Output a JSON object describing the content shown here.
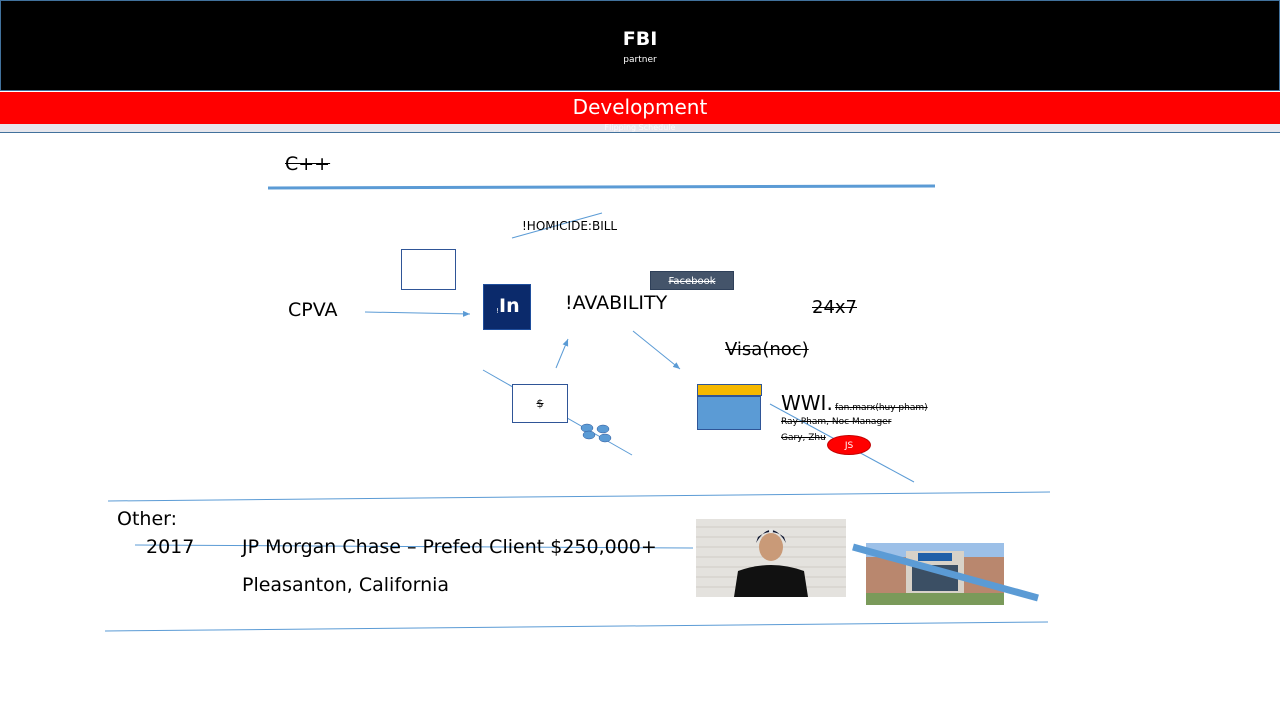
{
  "header": {
    "title": "FBI",
    "subtitle": "partner"
  },
  "band": {
    "title": "Development",
    "subtitle": "Flipping Schedule"
  },
  "colors": {
    "header_bg": "#000000",
    "band_bg": "#ff0000",
    "line_blue": "#5b9bd5",
    "in_box_bg": "#0b2a6b",
    "facebook_bg": "#44546a",
    "gold": "#f5b800"
  },
  "diagram": {
    "cpp_label": "C++",
    "homicide_label": "!HOMICIDE:BILL",
    "cpva_label": "CPVA",
    "in_box": {
      "small_text": "!",
      "label": "In"
    },
    "availability_label": "!AVABILITY",
    "facebook_label": "Facebook",
    "hours_label": "24x7",
    "visa_label": "Visa(noc)",
    "dollar_label": "$",
    "wwi_label": "WWI.",
    "fan_label": "fan.marx(huy pham)",
    "ray_label": "Ray Pham, Noc Manager",
    "gary_label": "Gary, Zhu",
    "js_label": "JS"
  },
  "other": {
    "heading": "Other:",
    "year": "2017",
    "bank_line": "JP Morgan Chase – Prefed Client $250,000+",
    "location": "Pleasanton, California"
  },
  "images": {
    "portrait": "portrait-photo",
    "bank": "bank-branch-photo"
  }
}
